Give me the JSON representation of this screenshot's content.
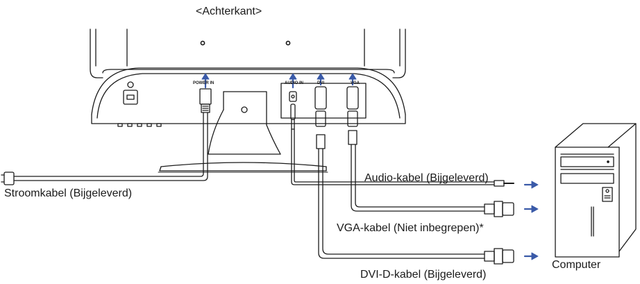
{
  "title": "<Achterkant>",
  "ports": {
    "power": "POWER IN",
    "audio": "AUDIO IN",
    "dvi": "DVI",
    "vga": "VGA"
  },
  "cables": {
    "power": "Stroomkabel (Bijgeleverd)",
    "audio": "Audio-kabel (Bijgeleverd)",
    "vga": "VGA-kabel (Niet inbegrepen)*",
    "dvi": "DVI-D-kabel (Bijgeleverd)"
  },
  "computer": "Computer",
  "colors": {
    "line": "#1a1a1a",
    "arrow": "#3a5aa8",
    "background": "#ffffff"
  }
}
